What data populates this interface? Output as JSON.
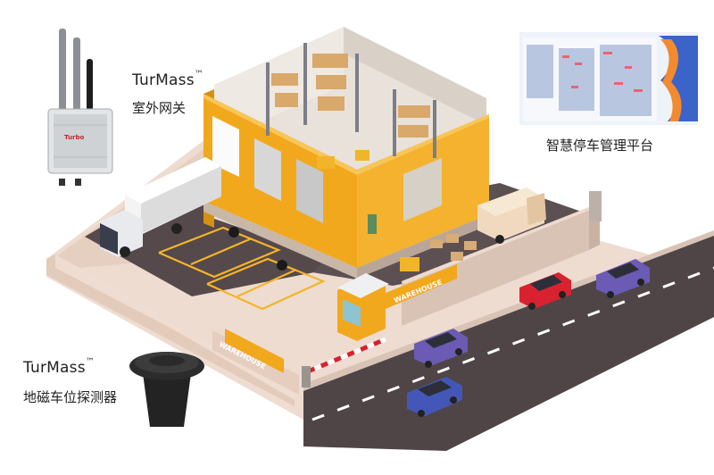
{
  "gateway": {
    "brand": "TurMass",
    "tm": "™",
    "name": "室外网关",
    "device_logo": "Turbo"
  },
  "platform": {
    "name": "智慧停车管理平台"
  },
  "sensor": {
    "brand": "TurMass",
    "tm": "™",
    "name": "地磁车位探测器"
  },
  "signs": {
    "warehouse_left": "WAREHOUSE",
    "warehouse_booth": "WAREHOUSE"
  },
  "colors": {
    "warehouse": "#f2a81d",
    "road": "#4f4547",
    "wall": "#e9d3c4",
    "car_red": "#d8222f",
    "car_blue": "#4457b8",
    "car_purple": "#6b5bb5"
  }
}
